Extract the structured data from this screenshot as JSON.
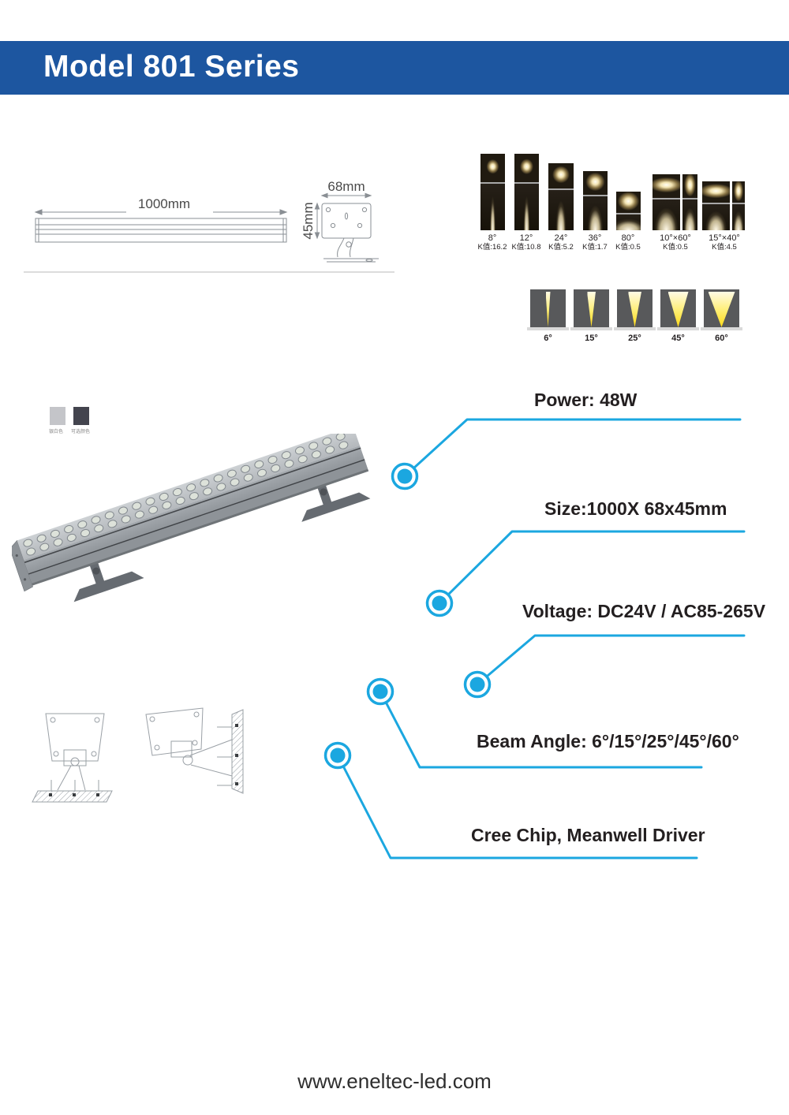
{
  "header": {
    "title": "Model 801 Series"
  },
  "drawing": {
    "length_label": "1000mm",
    "width_label": "68mm",
    "height_label": "45mm"
  },
  "beam_photos": {
    "items": [
      {
        "angle": "8°",
        "k": "K值:16.2"
      },
      {
        "angle": "12°",
        "k": "K值:10.8"
      },
      {
        "angle": "24°",
        "k": "K值:5.2"
      },
      {
        "angle": "36°",
        "k": "K值:1.7"
      },
      {
        "angle": "80°",
        "k": "K值:0.5"
      },
      {
        "angle": "10°×60°",
        "k": "K值:0.5"
      },
      {
        "angle": "15°×40°",
        "k": "K值:4.5"
      }
    ]
  },
  "beam_diagrams": {
    "items": [
      {
        "angle": "6°"
      },
      {
        "angle": "15°"
      },
      {
        "angle": "25°"
      },
      {
        "angle": "45°"
      },
      {
        "angle": "60°"
      }
    ]
  },
  "swatches": {
    "items": [
      {
        "label": "银白色"
      },
      {
        "label": "可选颜色"
      }
    ]
  },
  "specs": {
    "power": "Power: 48W",
    "size": "Size:1000X 68x45mm",
    "voltage": "Voltage: DC24V / AC85-265V",
    "beam_angle": "Beam Angle: 6°/15°/25°/45°/60°",
    "chip": "Cree Chip, Meanwell Driver"
  },
  "footer": {
    "website": "www.eneltec-led.com"
  },
  "colors": {
    "header_blue": "#1d56a0",
    "callout_blue": "#1ba7e0",
    "text_dark": "#231f20",
    "swatch_silver": "#c4c5c9",
    "swatch_dark": "#43444e"
  }
}
